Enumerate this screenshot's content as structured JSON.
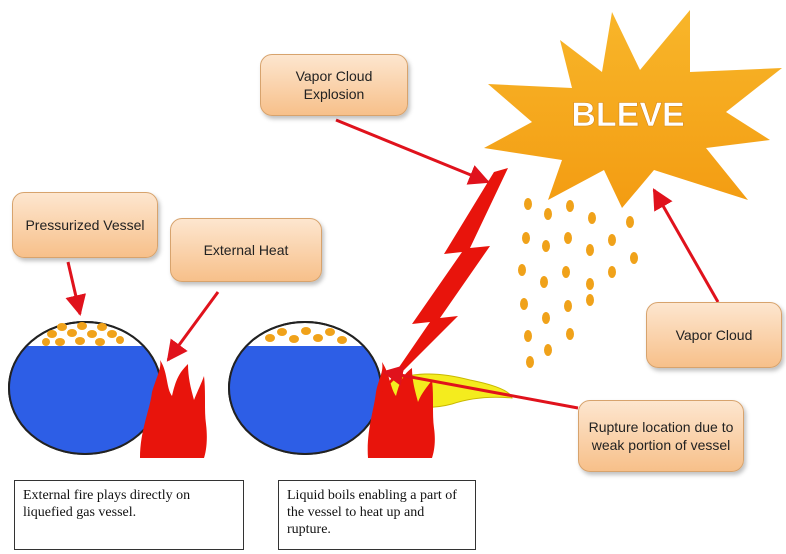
{
  "explosion": {
    "label": "BLEVE"
  },
  "labels": {
    "vapor_cloud_explosion": "Vapor Cloud Explosion",
    "pressurized_vessel": "Pressurized Vessel",
    "external_heat": "External Heat",
    "vapor_cloud": "Vapor Cloud",
    "rupture_location": "Rupture location due to weak portion of vessel"
  },
  "captions": {
    "left": "External fire plays directly on liquefied gas vessel.",
    "middle": "Liquid boils enabling a part of the vessel to heat up and rupture."
  },
  "colors": {
    "liquid": "#2d5ee6",
    "fire": "#e8140c",
    "droplets": "#f0a21a",
    "star": "#f6a91c",
    "arrow": "#e0121c",
    "callout_fill": "#f9cfa4"
  }
}
